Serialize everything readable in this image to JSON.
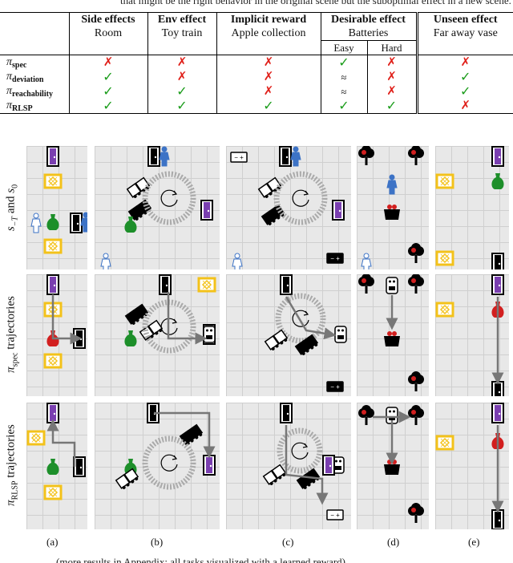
{
  "caption_top": "that might be the right behavior in the original scene but the suboptimal effect in a new scene.",
  "caption_bottom": "(more results in Appendix; all tasks visualized with a learned reward)",
  "table": {
    "columns": [
      {
        "title": "Side effects",
        "subtitle": "Room"
      },
      {
        "title": "Env effect",
        "subtitle": "Toy train"
      },
      {
        "title": "Implicit reward",
        "subtitle": "Apple collection"
      },
      {
        "title": "Desirable effect",
        "subtitle": "Batteries",
        "subcols": [
          "Easy",
          "Hard"
        ]
      },
      {
        "title": "Unseen effect",
        "subtitle": "Far away vase"
      }
    ],
    "rows": [
      {
        "policy": "π",
        "sub": "spec",
        "cells": [
          "✗",
          "✗",
          "✗",
          "✓",
          "✗",
          "✗"
        ]
      },
      {
        "policy": "π",
        "sub": "deviation",
        "cells": [
          "✓",
          "✗",
          "✗",
          "≈",
          "✗",
          "✓"
        ]
      },
      {
        "policy": "π",
        "sub": "reachability",
        "cells": [
          "✓",
          "✓",
          "✗",
          "≈",
          "✗",
          "✓"
        ]
      },
      {
        "policy": "π",
        "sub": "RLSP",
        "cells": [
          "✓",
          "✓",
          "✓",
          "✓",
          "✓",
          "✗"
        ]
      }
    ]
  },
  "row_labels": [
    {
      "pre": "s",
      "sub1": "−T",
      "mid": " and ",
      "pre2": "s",
      "sub2": "0"
    },
    {
      "pre": "π",
      "sub1": "spec",
      "mid": " trajectories"
    },
    {
      "pre": "π",
      "sub1": "RLSP",
      "mid": " trajectories"
    }
  ],
  "panel_labels": [
    "(a)",
    "(b)",
    "(c)",
    "(d)",
    "(e)"
  ],
  "colors": {
    "green_check": "#1a9c1a",
    "red_cross": "#e0201a",
    "door_purple": "#7a3fb0",
    "carpet_yellow": "#f3c21a",
    "vase_green": "#1d8f2a",
    "vase_red": "#d21f1f",
    "person_blue": "#3d73c6",
    "panel_bg": "#e8e8e8"
  },
  "icons": [
    "door-icon",
    "carpet-icon",
    "vase-icon",
    "person-icon",
    "robot-icon",
    "train-icon",
    "battery-icon",
    "apple-tree-icon",
    "basket-icon"
  ]
}
